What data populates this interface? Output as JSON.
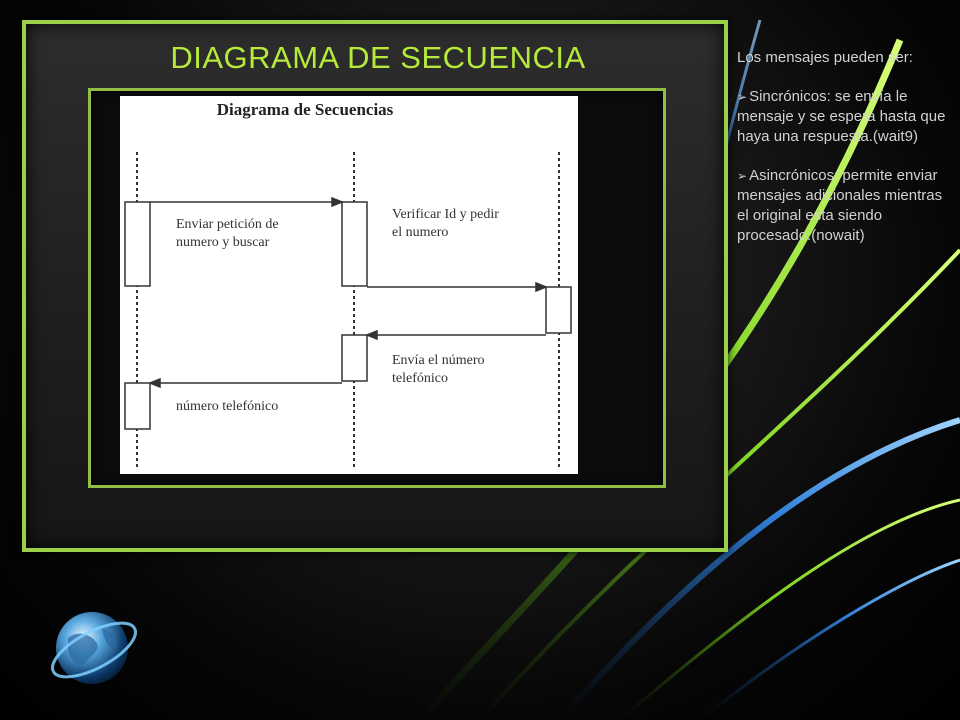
{
  "slide": {
    "title": "DIAGRAMA DE SECUENCIA"
  },
  "diagram": {
    "title": "Diagrama de Secuencias",
    "messages": [
      {
        "line1": "Enviar petición de",
        "line2": "numero y buscar"
      },
      {
        "line1": "Verificar Id y pedir",
        "line2": "el  numero"
      },
      {
        "line1": "Envía el número",
        "line2": "telefónico"
      },
      {
        "line1": "número telefónico",
        "line2": ""
      }
    ]
  },
  "side": {
    "intro": "Los mensajes pueden ser:",
    "bullets": [
      "Sincrónicos: se envía le mensaje y se espera hasta que haya una respuesta.(wait9)",
      "Asincrónicos: permite enviar mensajes adicionales mientras el original esta siendo procesado.(nowait)"
    ]
  },
  "colors": {
    "accent": "#b6ea3a",
    "frame": "#9ccf4a"
  }
}
